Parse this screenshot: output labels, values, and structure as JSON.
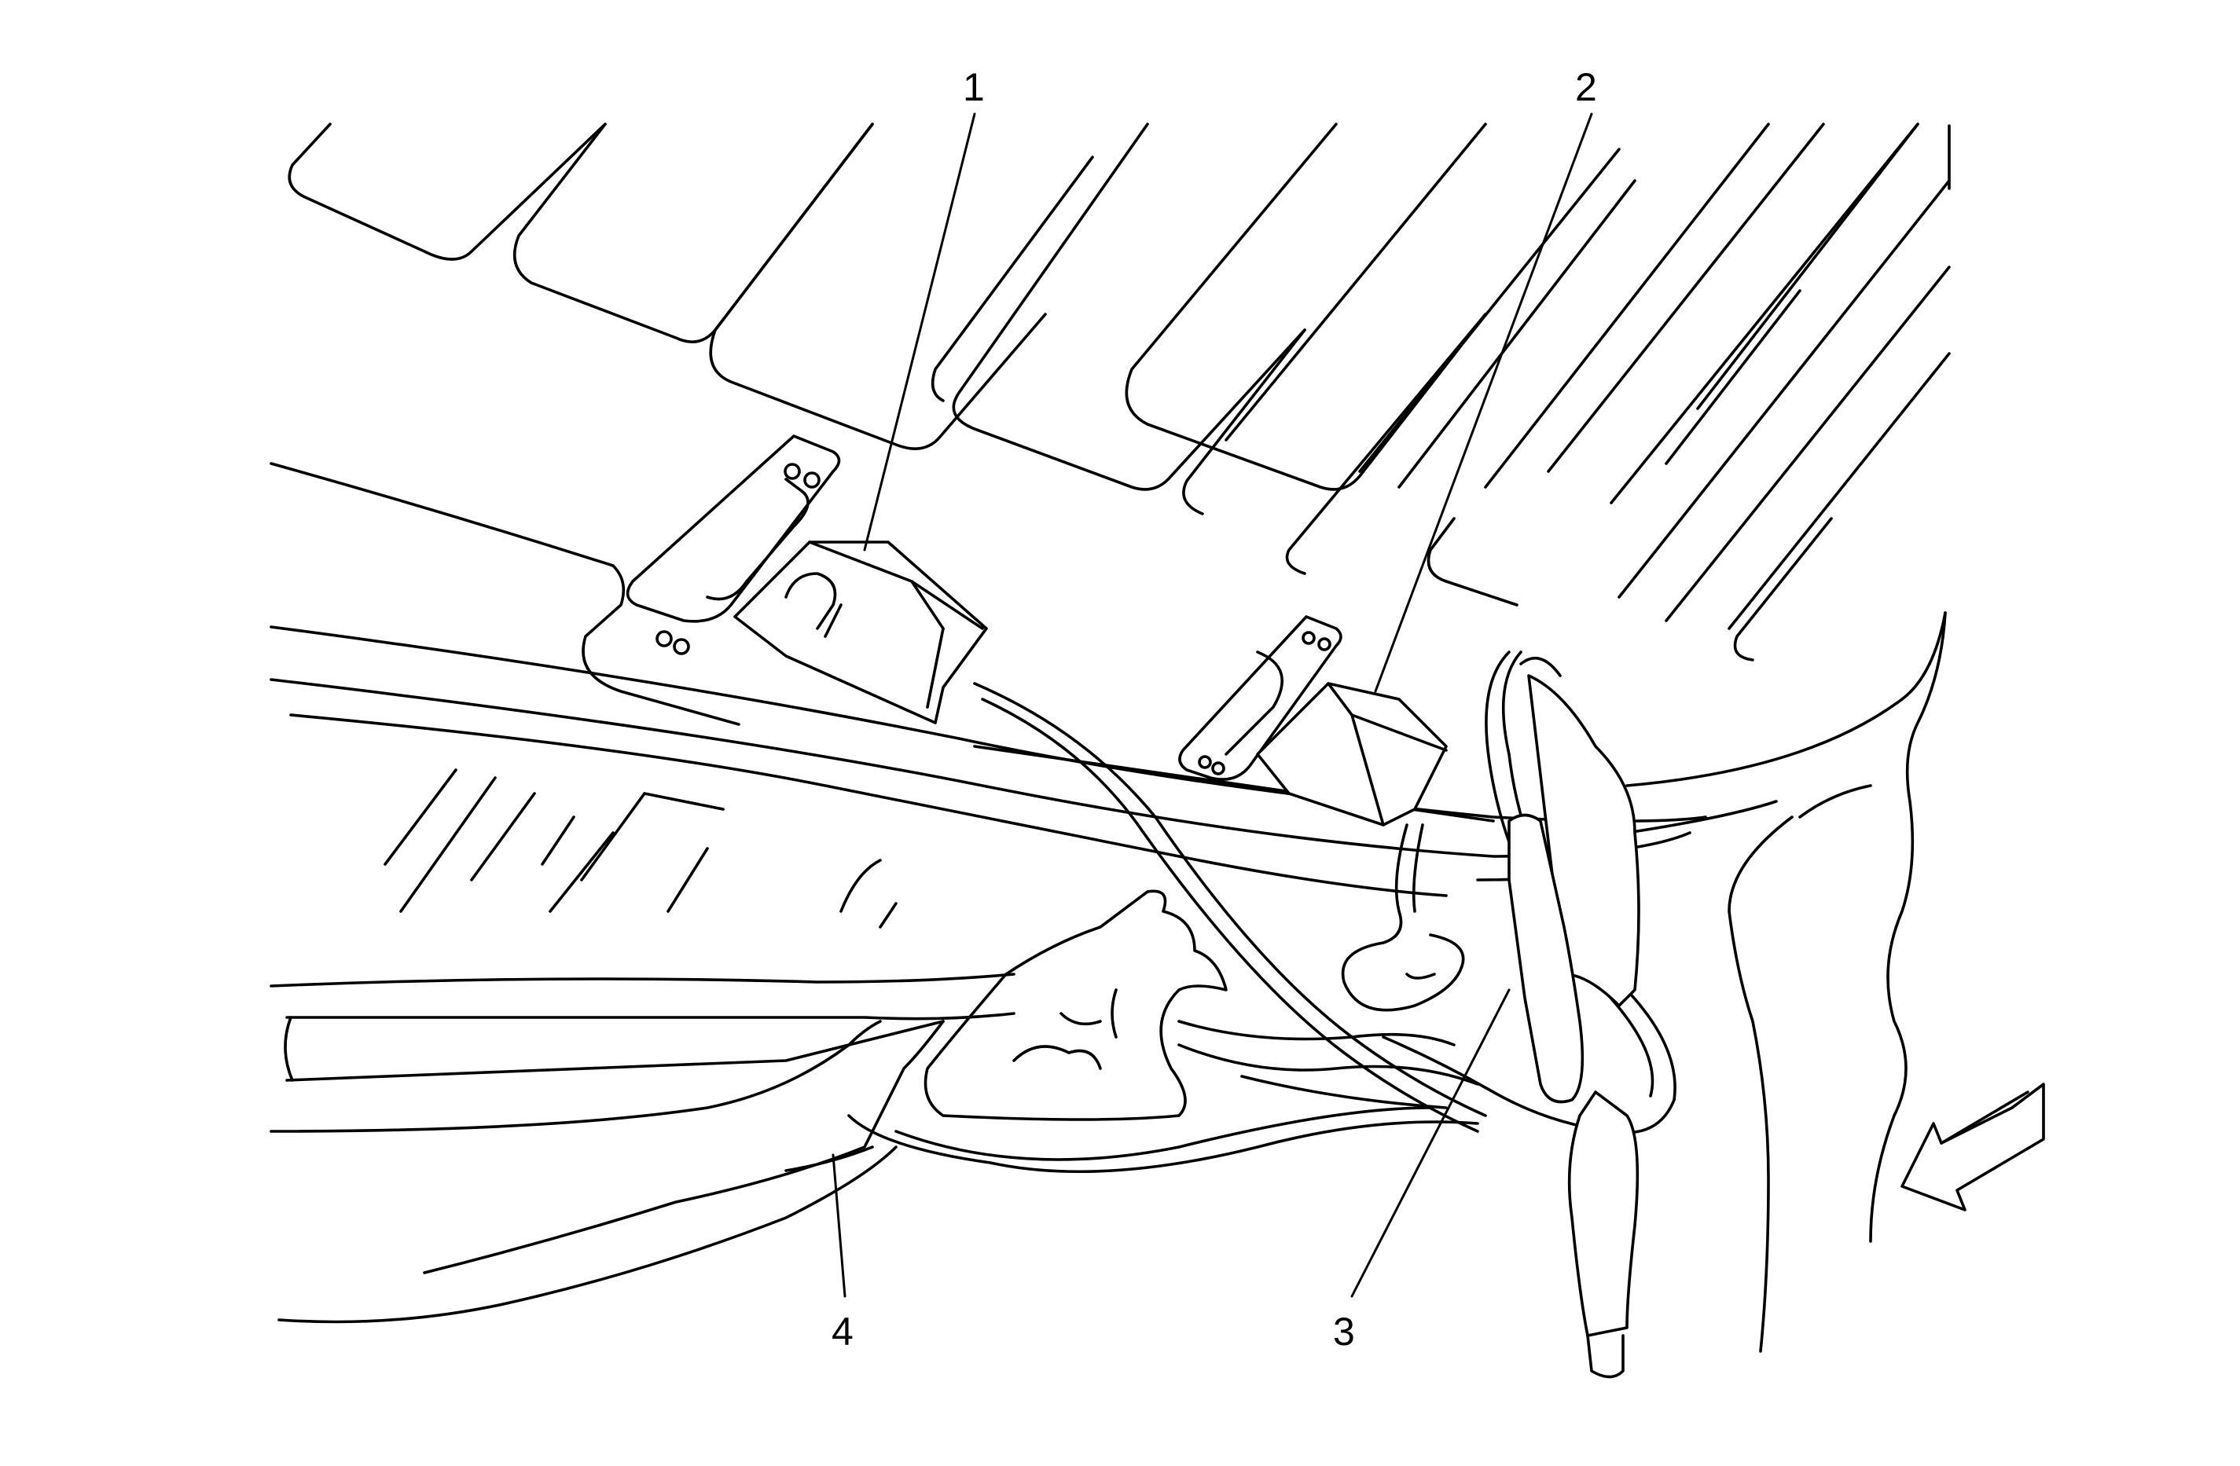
{
  "callouts": {
    "c1": "1",
    "c2": "2",
    "c3": "3",
    "c4": "4"
  },
  "icons": {
    "direction": "front-direction-arrow-icon"
  },
  "colors": {
    "line": "#000000",
    "background": "#ffffff"
  }
}
